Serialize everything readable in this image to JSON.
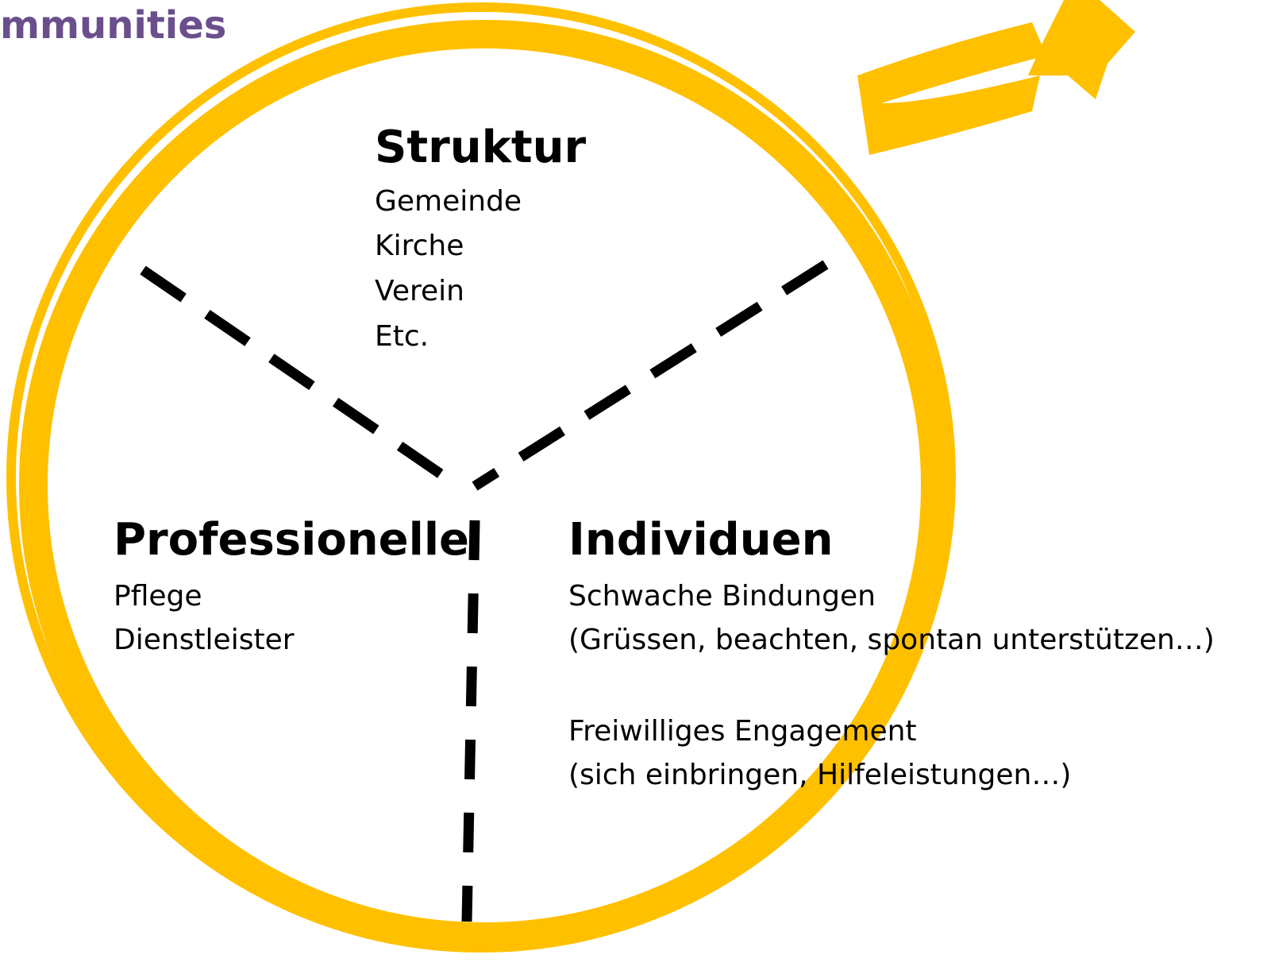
{
  "title": "mmunities",
  "colors": {
    "title": "#6b4f8c",
    "ring": "#ffc000",
    "star": "#ffc000",
    "divider": "#000000",
    "text": "#000000"
  },
  "icons": {
    "star": "shooting-star-icon"
  },
  "sections": {
    "struktur": {
      "heading": "Struktur",
      "items": [
        "Gemeinde",
        "Kirche",
        "Verein",
        "Etc."
      ]
    },
    "professionelle": {
      "heading": "Professionelle",
      "items": [
        "Pflege",
        "Dienstleister"
      ]
    },
    "individuen": {
      "heading": "Individuen",
      "items": [
        "Schwache Bindungen",
        "(Grüssen, beachten, spontan unterstützen…)",
        "Freiwilliges Engagement",
        "(sich einbringen, Hilfeleistungen…)"
      ]
    }
  }
}
